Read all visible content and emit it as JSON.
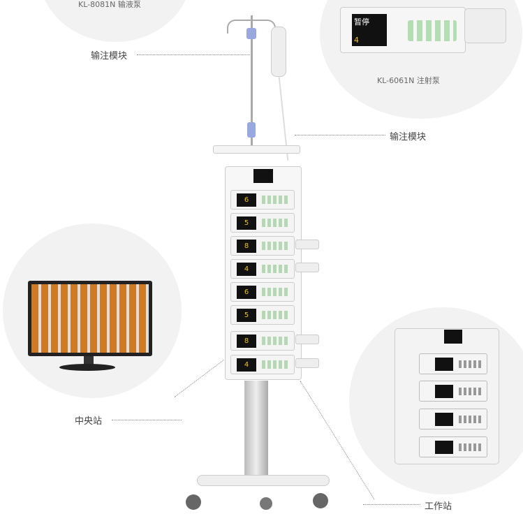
{
  "callouts": {
    "infusion_pump_model": "KL-8081N 输液泵",
    "syringe_pump_model": "KL-6061N 注射泵",
    "module_label_left": "输注模块",
    "module_label_right": "输注模块",
    "central_station": "中央站",
    "workstation": "工作站"
  },
  "syringe_pump_screen": {
    "status": "暂停",
    "value": "4"
  },
  "stack_pump_screens": [
    "6",
    "5",
    "8",
    "4",
    "6",
    "5",
    "8",
    "4"
  ],
  "colors": {
    "circle": "#f2f2f2",
    "accent_orange": "#f08a24",
    "knob_blue": "#9aa8e0"
  }
}
